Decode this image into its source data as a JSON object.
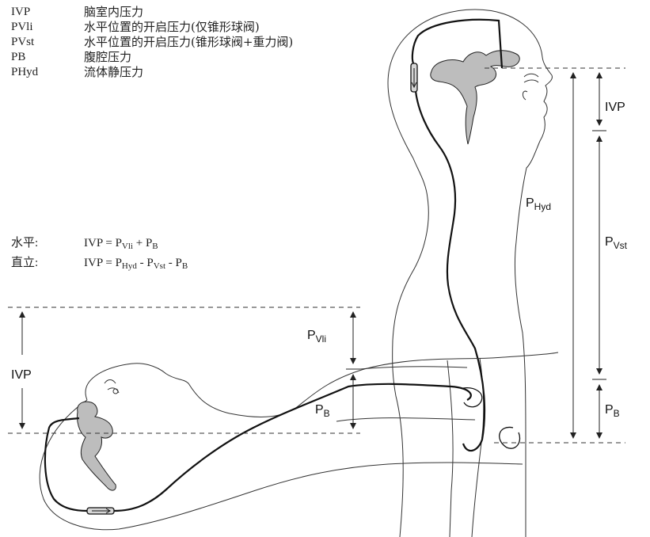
{
  "legend": {
    "rows": [
      {
        "abbr": "IVP",
        "desc": "脑室内压力"
      },
      {
        "abbr": "PVli",
        "desc": "水平位置的开启压力(仅锥形球阀)"
      },
      {
        "abbr": "PVst",
        "desc": "水平位置的开启压力(锥形球阀+重力阀)"
      },
      {
        "abbr": "PB",
        "desc": "腹腔压力"
      },
      {
        "abbr": "PHyd",
        "desc": "流体静压力"
      }
    ]
  },
  "formulas": {
    "horizontal": {
      "label": "水平:",
      "lhs": "IVP = P",
      "s1": "Vli",
      "mid": " + P",
      "s2": "B"
    },
    "upright": {
      "label": "直立:",
      "lhs": "IVP = P",
      "s1": "Hyd",
      "mid1": " - P",
      "s2": "Vst",
      "mid2": " - P",
      "s3": "B"
    }
  },
  "labels": {
    "ivp": "IVP",
    "p": "P",
    "vli": "Vli",
    "b": "B",
    "hyd": "Hyd",
    "vst": "Vst"
  }
}
